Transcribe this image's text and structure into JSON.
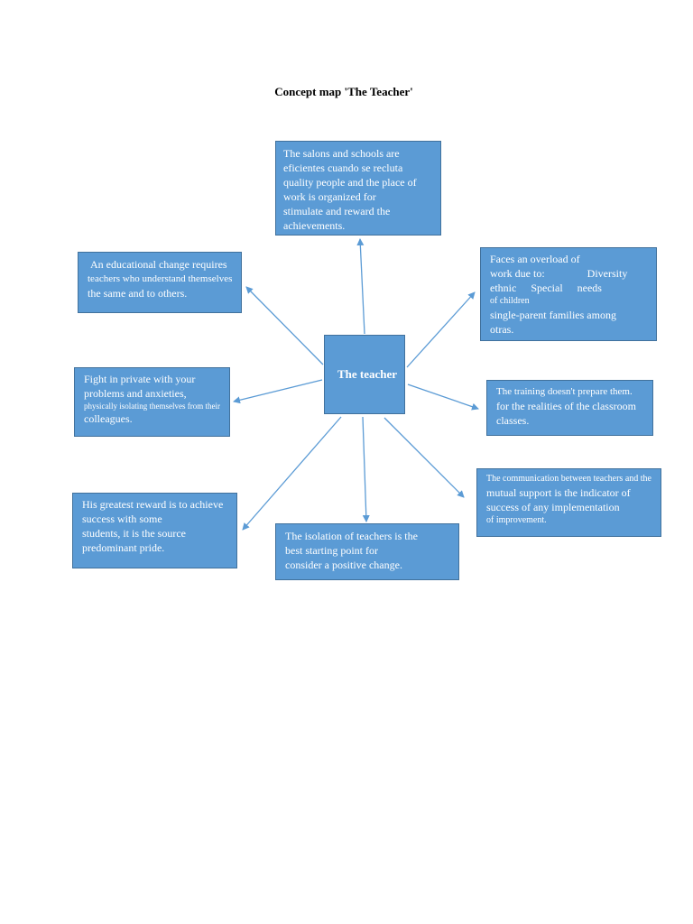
{
  "title": "Concept map 'The Teacher'",
  "center": {
    "label": "The teacher"
  },
  "nodes": {
    "top": {
      "lines": [
        "The salons and schools are",
        "eficientes cuando se recluta",
        "quality people and the place of",
        "work is organized for",
        "stimulate and reward the",
        "achievements."
      ]
    },
    "top_left": {
      "lines": [
        "An educational change requires",
        "teachers who understand themselves",
        "the same and to others."
      ]
    },
    "top_right": {
      "l1": "Faces an overload of",
      "l2a": "work due to:",
      "l2b": "Diversity",
      "l3a": "ethnic",
      "l3b": "Special",
      "l3c": "needs",
      "l4": "of children",
      "l5": "single-parent families among",
      "l6": "otras."
    },
    "left": {
      "l1": "Fight in private with your",
      "l2": "problems and anxieties,",
      "l3": "physically isolating themselves from their",
      "l4": "colleagues."
    },
    "right": {
      "lines": [
        "The training doesn't prepare them.",
        "for the realities of the classroom",
        "classes."
      ]
    },
    "bottom_left": {
      "lines": [
        "His greatest reward is to achieve",
        "success with some",
        "students, it is the source",
        "predominant pride."
      ]
    },
    "bottom": {
      "lines": [
        "The isolation of teachers is the",
        "best starting point for",
        "consider a positive change."
      ]
    },
    "bottom_right": {
      "l1": "The communication between teachers and the",
      "l2": "mutual support is the indicator of",
      "l3": "success of any implementation",
      "l4": "of improvement."
    }
  },
  "colors": {
    "box_fill": "#5b9bd5",
    "box_border": "#41719c",
    "arrow": "#5b9bd5",
    "text_on_box": "#ffffff"
  }
}
